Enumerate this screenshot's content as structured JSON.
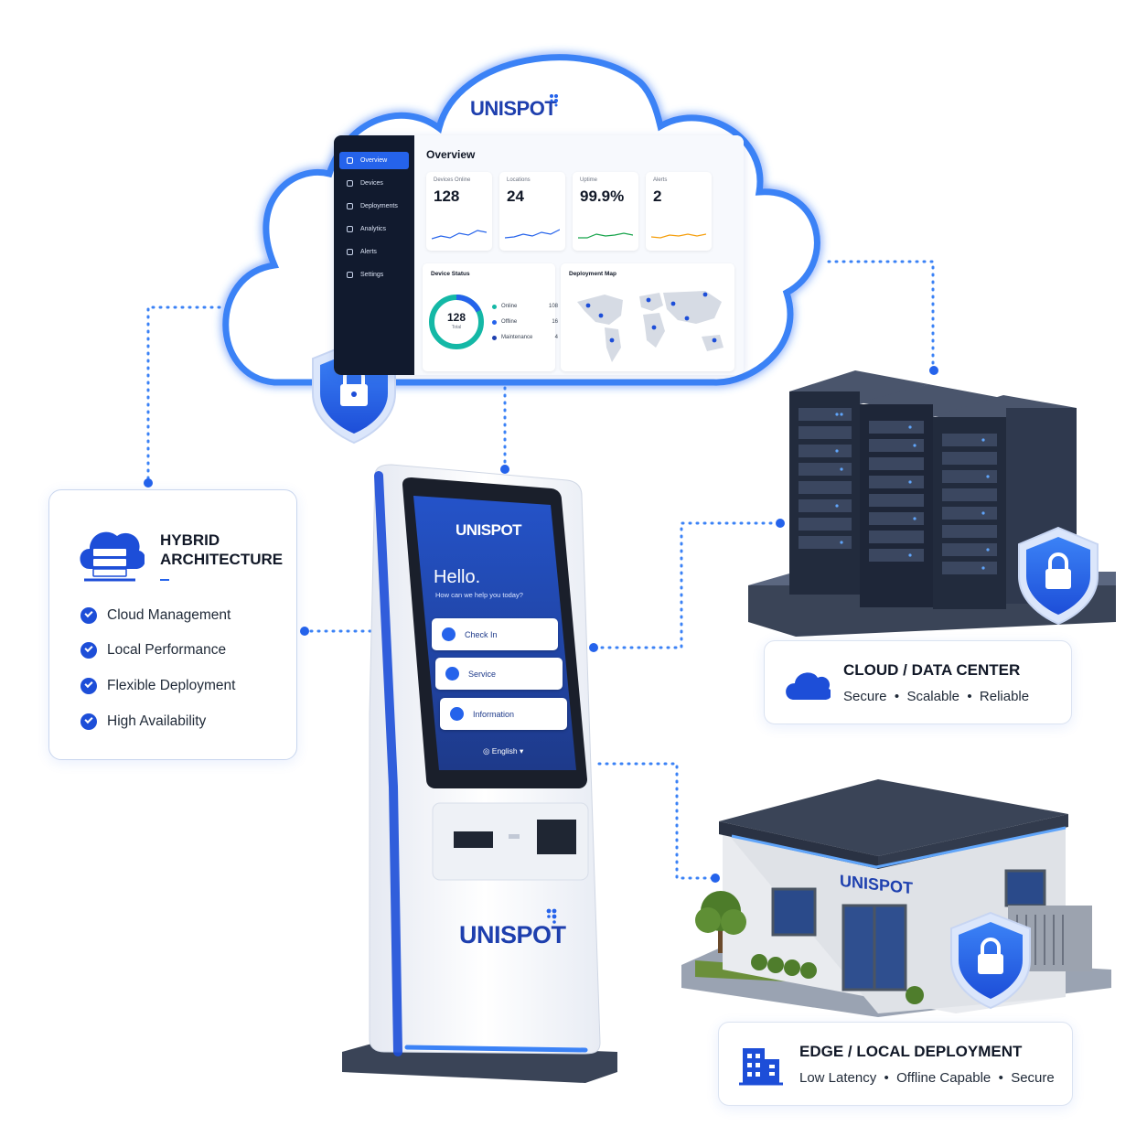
{
  "cloud": {
    "brand": "UNISPOT",
    "dashboard": {
      "title": "Overview",
      "nav": [
        {
          "label": "Overview",
          "icon": "grid-icon",
          "active": true
        },
        {
          "label": "Devices",
          "icon": "devices-icon",
          "active": false
        },
        {
          "label": "Deployments",
          "icon": "deploy-icon",
          "active": false
        },
        {
          "label": "Analytics",
          "icon": "chart-icon",
          "active": false
        },
        {
          "label": "Alerts",
          "icon": "bell-icon",
          "active": false
        },
        {
          "label": "Settings",
          "icon": "gear-icon",
          "active": false
        }
      ],
      "kpis": [
        {
          "label": "Devices Online",
          "value": "128",
          "color": "#2563eb"
        },
        {
          "label": "Locations",
          "value": "24",
          "color": "#2563eb"
        },
        {
          "label": "Uptime",
          "value": "99.9%",
          "color": "#16a34a"
        },
        {
          "label": "Alerts",
          "value": "2",
          "color": "#f59e0b"
        }
      ],
      "device_status": {
        "title": "Device Status",
        "total": "128",
        "total_label": "Total",
        "rows": [
          {
            "label": "Online",
            "value": "108",
            "color": "#14b8a6"
          },
          {
            "label": "Offline",
            "value": "16",
            "color": "#2563eb"
          },
          {
            "label": "Maintenance",
            "value": "4",
            "color": "#1e40af"
          }
        ]
      },
      "map": {
        "title": "Deployment Map"
      }
    }
  },
  "hybrid": {
    "title_line1": "HYBRID",
    "title_line2": "ARCHITECTURE",
    "features": [
      "Cloud Management",
      "Local Performance",
      "Flexible Deployment",
      "High Availability"
    ]
  },
  "datacenter": {
    "title": "CLOUD / DATA CENTER",
    "subtitle": "Secure  •  Scalable  •  Reliable"
  },
  "edge": {
    "title": "EDGE / LOCAL DEPLOYMENT",
    "subtitle": "Low Latency  •  Offline Capable  •  Secure",
    "building_sign": "UNISPOT"
  },
  "kiosk": {
    "screen_brand": "UNISPOT",
    "greeting": "Hello.",
    "prompt": "How can we help you today?",
    "buttons": [
      "Check In",
      "Service",
      "Information"
    ],
    "language": "English",
    "body_brand": "UNISPOT"
  },
  "colors": {
    "accent": "#2563eb",
    "dark": "#111a2e",
    "brand": "#1e3fae"
  }
}
